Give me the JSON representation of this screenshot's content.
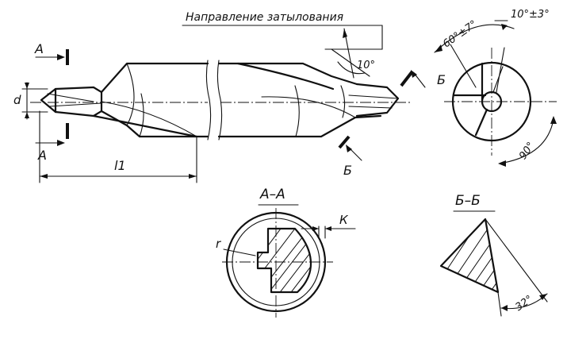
{
  "labels": {
    "direction_title": "Направление затылования",
    "angle_10": "10°",
    "section_a_top": "А",
    "section_a_bottom": "А",
    "dim_d": "d",
    "dim_l1": "l1",
    "section_b_top": "Б",
    "section_b_bottom": "Б",
    "angle_60": "60°±7°",
    "angle_10_3": "10°±3°",
    "angle_90": "90°",
    "view_aa": "А–А",
    "dim_k": "К",
    "dim_r": "r",
    "view_bb": "Б–Б",
    "angle_32": "32°"
  }
}
